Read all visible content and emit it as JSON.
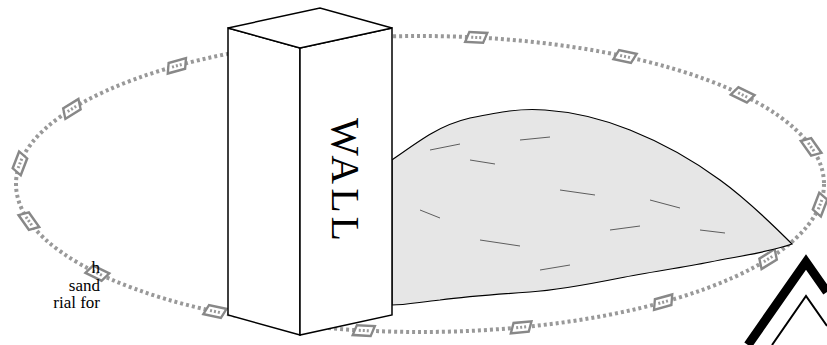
{
  "diagram": {
    "nodes": [
      {
        "text": [
          "WALL"
        ]
      }
    ],
    "labels": [
      "h",
      "sand",
      "rial for"
    ]
  }
}
